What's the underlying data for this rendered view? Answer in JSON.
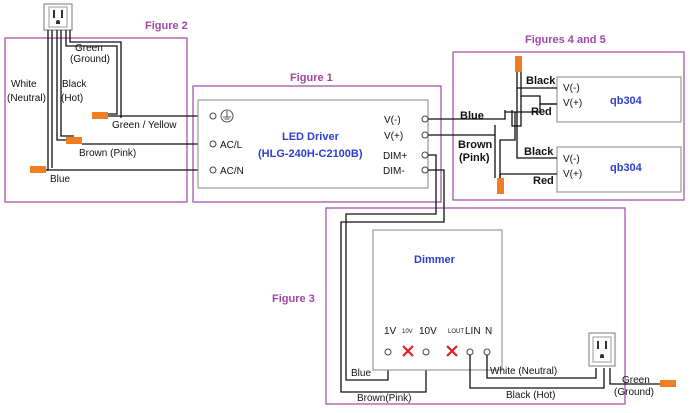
{
  "figures": {
    "fig1": "Figure 1",
    "fig2": "Figure 2",
    "fig3": "Figure 3",
    "fig45": "Figures 4 and 5"
  },
  "driver": {
    "title": "LED Driver",
    "model": "(HLG-240H-C2100B)",
    "terminals": {
      "acl": "AC/L",
      "acn": "AC/N",
      "vminus": "V(-)",
      "vplus": "V(+)",
      "dimplus": "DIM+",
      "dimminus": "DIM-"
    }
  },
  "wires_fig2": {
    "white": "White",
    "neutral": "(Neutral)",
    "black": "Black",
    "hot": "(Hot)",
    "green": "Green",
    "ground": "(Ground)",
    "green_yellow": "Green / Yellow",
    "brown_pink": "Brown (Pink)",
    "blue": "Blue"
  },
  "fig45": {
    "black1": "Black",
    "red1": "Red",
    "black2": "Black",
    "red2": "Red",
    "blue": "Blue",
    "brown": "Brown",
    "pink": "(Pink)",
    "module1": {
      "name": "qb304",
      "vminus": "V(-)",
      "vplus": "V(+)"
    },
    "module2": {
      "name": "qb304",
      "vminus": "V(-)",
      "vplus": "V(+)"
    }
  },
  "dimmer": {
    "title": "Dimmer",
    "t1v": "1V",
    "t10v_small": "10V",
    "t10v": "10V",
    "lout": "LOUT",
    "lin": "LIN",
    "n": "N",
    "blue": "Blue",
    "brown": "Brown(Pink)",
    "white_neutral": "White (Neutral)",
    "black_hot": "Black (Hot)",
    "green": "Green",
    "ground": "(Ground)"
  },
  "colors": {
    "figure_label": "#a247a6",
    "title_blue": "#2b3fd1",
    "connector": "#f07f22",
    "cross": "#e02020"
  }
}
